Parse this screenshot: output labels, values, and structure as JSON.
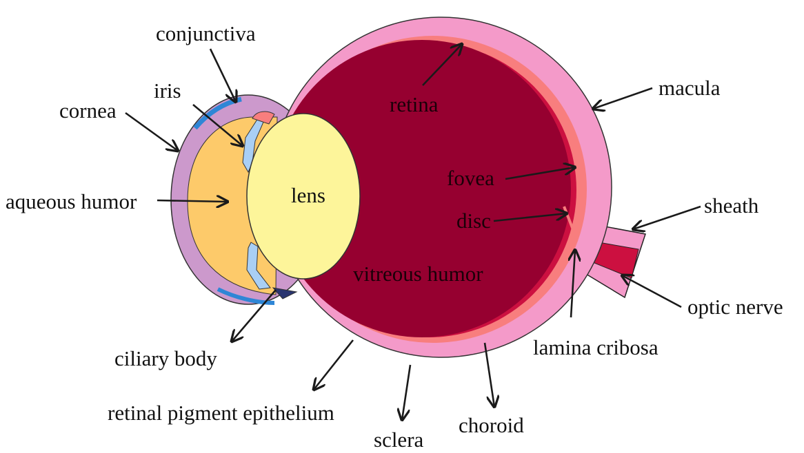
{
  "diagram": {
    "labels": {
      "conjunctiva": "conjunctiva",
      "iris": "iris",
      "cornea": "cornea",
      "aqueous_humor": "aqueous humor",
      "lens": "lens",
      "retina": "retina",
      "macula": "macula",
      "fovea": "fovea",
      "disc": "disc",
      "sheath": "sheath",
      "vitreous_humor": "vitreous humor",
      "optic_nerve": "optic nerve",
      "lamina_cribosa": "lamina cribosa",
      "ciliary_body": "ciliary body",
      "retinal_pigment_epithelium": "retinal pigment epithelium",
      "sclera": "sclera",
      "choroid": "choroid"
    },
    "colors": {
      "sclera": "#f49ac9",
      "choroid": "#f87e7e",
      "retina": "#cc1040",
      "vitreous": "#960030",
      "lens": "#fdf59a",
      "aqueous": "#fdca6a",
      "cornea": "#cc99cc",
      "iris": "#a9cff5",
      "conjunctiva": "#2e86d6"
    }
  }
}
